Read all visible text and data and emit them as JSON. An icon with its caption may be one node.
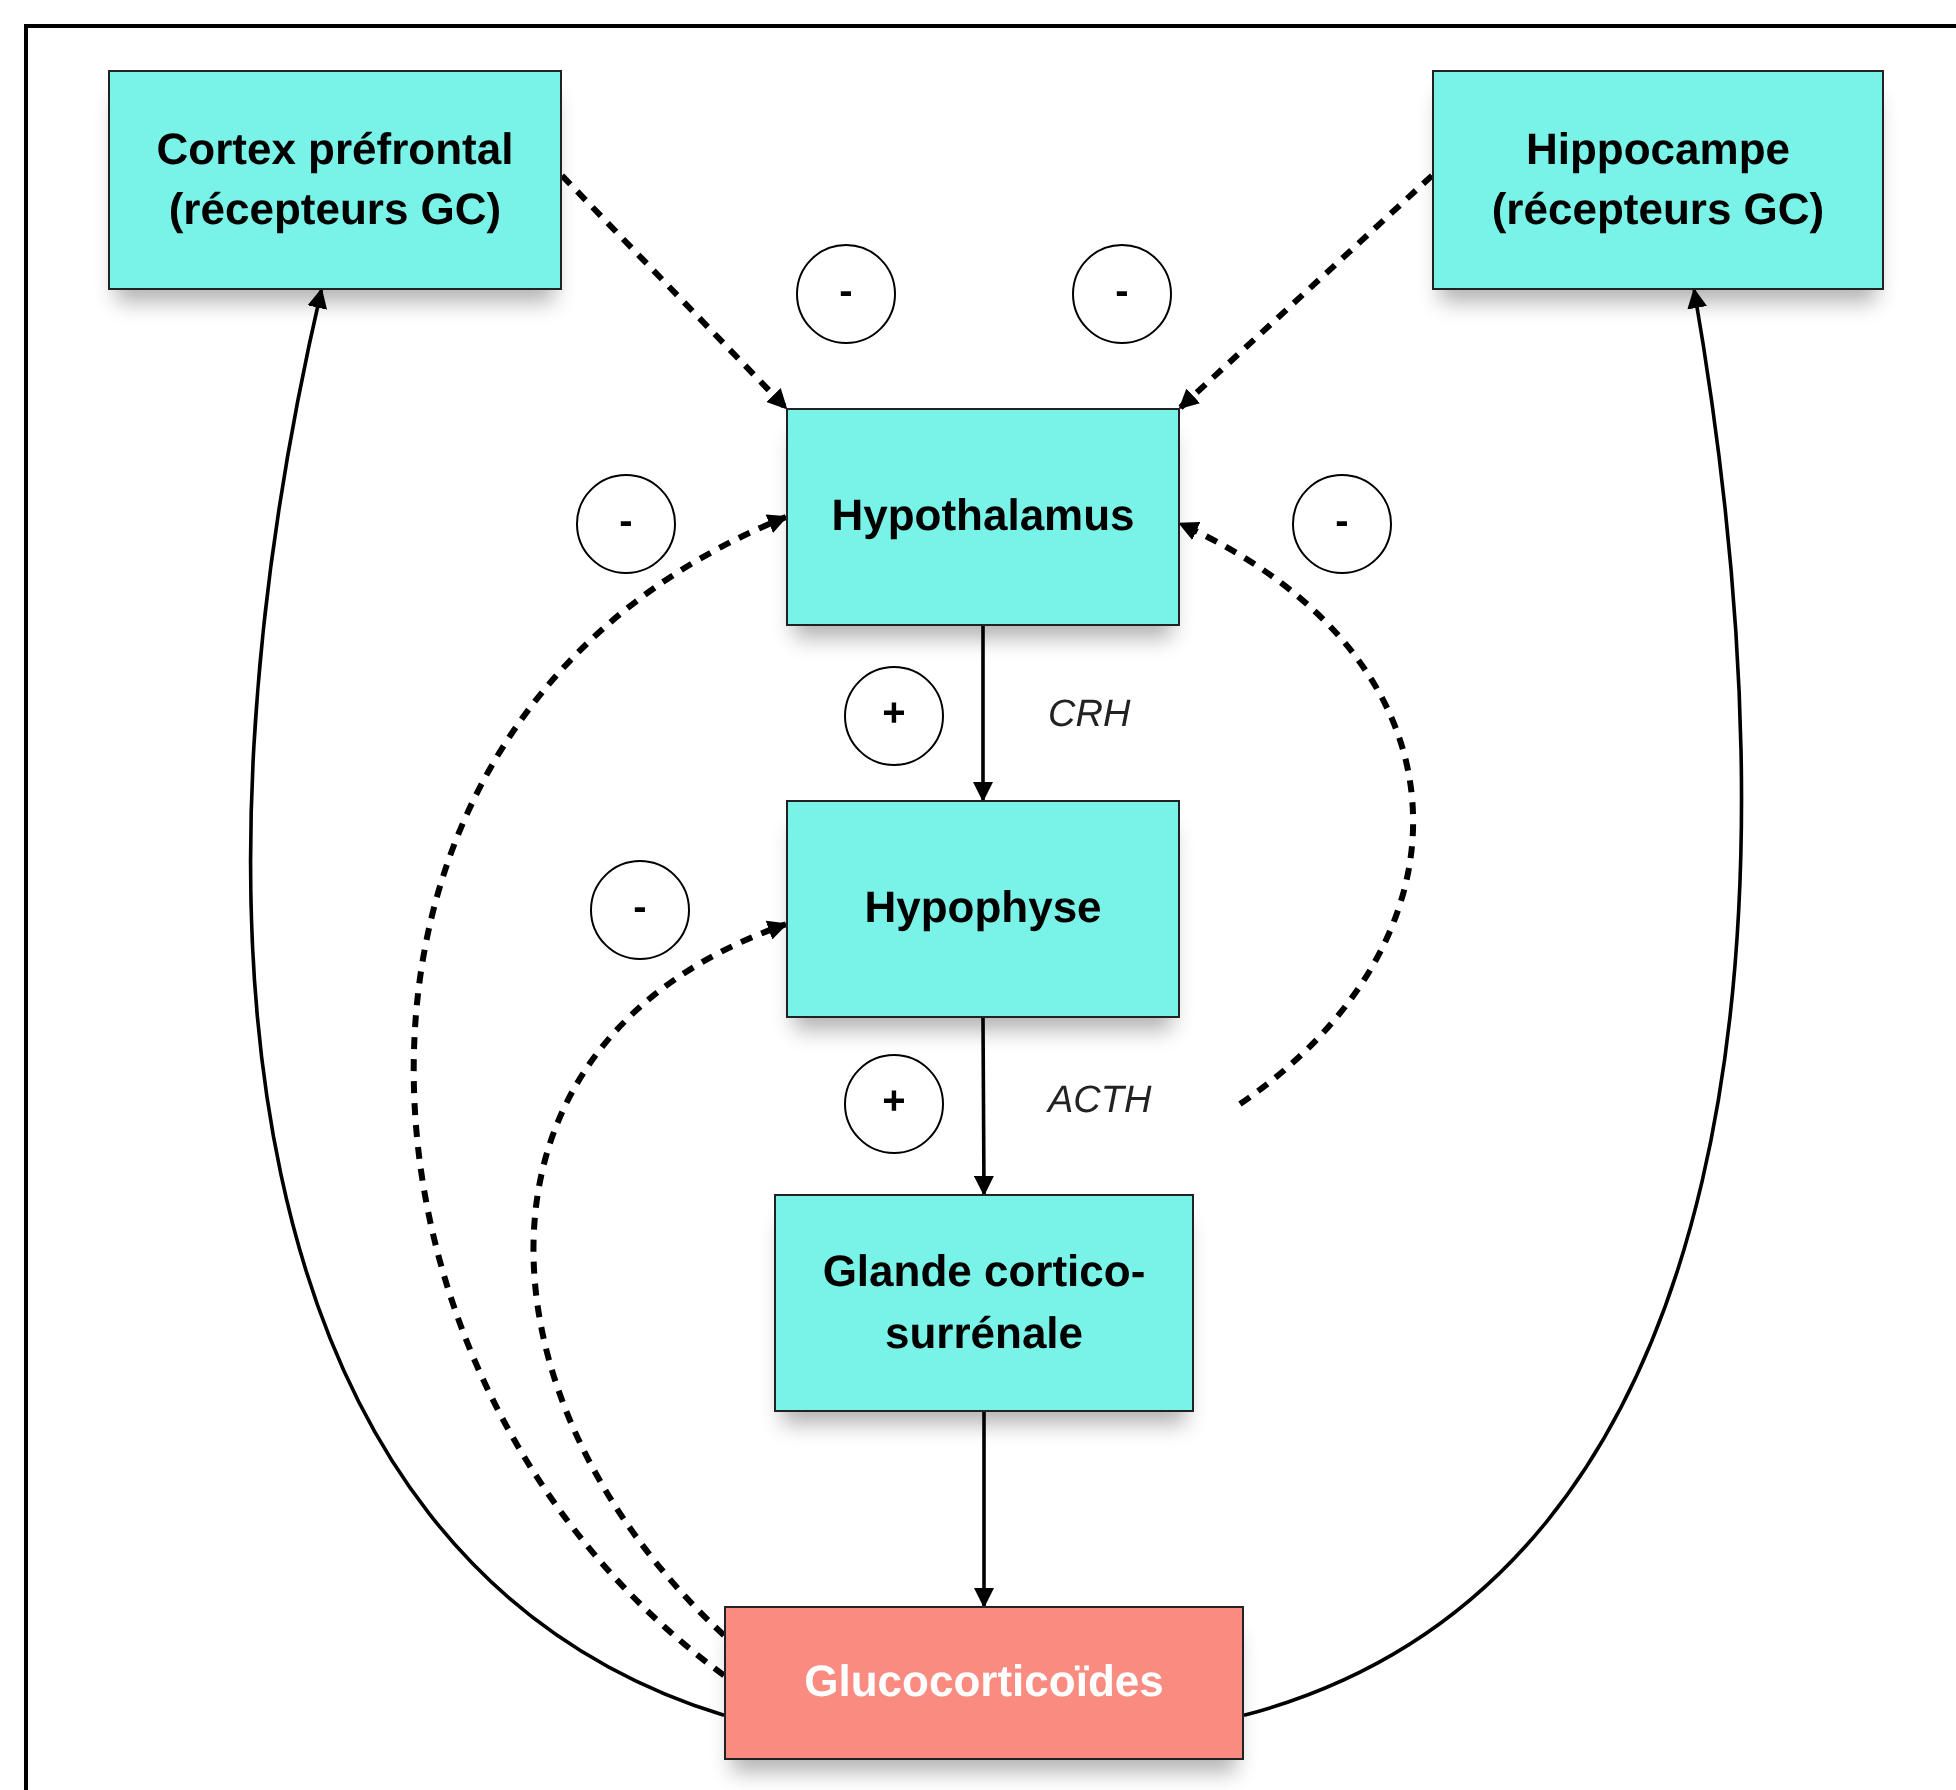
{
  "diagram": {
    "nodes": [
      {
        "text": [
          "Cortex préfrontal (récepteurs GC)"
        ]
      },
      {
        "text": [
          "Hippocampe (récepteurs GC)"
        ]
      },
      {
        "text": [
          "Hypothalamus"
        ]
      },
      {
        "text": [
          "Hypophyse"
        ]
      },
      {
        "text": [
          "Glande cortico-surrénale"
        ]
      },
      {
        "text": [
          "Glucocorticoïdes"
        ]
      },
      {
        "text": [
          "-"
        ]
      },
      {
        "text": [
          "-"
        ]
      },
      {
        "text": [
          "-"
        ]
      },
      {
        "text": [
          "-"
        ]
      },
      {
        "text": [
          "+"
        ]
      },
      {
        "text": [
          "-"
        ]
      },
      {
        "text": [
          "+"
        ]
      }
    ],
    "edges": [
      {
        "from": 0,
        "to": 2,
        "arrow": "to",
        "style": "dashed"
      },
      {
        "from": 1,
        "to": 2,
        "arrow": "to",
        "style": "dashed"
      },
      {
        "from": 2,
        "to": 3,
        "arrow": "to",
        "label": "CRH"
      },
      {
        "from": 3,
        "to": 4,
        "arrow": "to",
        "label": "ACTH"
      },
      {
        "from": 4,
        "to": 5,
        "arrow": "to"
      },
      {
        "from": 5,
        "to": 0,
        "arrow": "to"
      },
      {
        "from": 5,
        "to": 1,
        "arrow": "to"
      },
      {
        "from": 5,
        "to": 2,
        "arrow": "to",
        "style": "dashed"
      },
      {
        "from": 5,
        "to": 3,
        "arrow": "to",
        "style": "dashed"
      },
      {
        "from": null,
        "to": 2,
        "arrow": "to",
        "style": "dashed"
      }
    ]
  }
}
